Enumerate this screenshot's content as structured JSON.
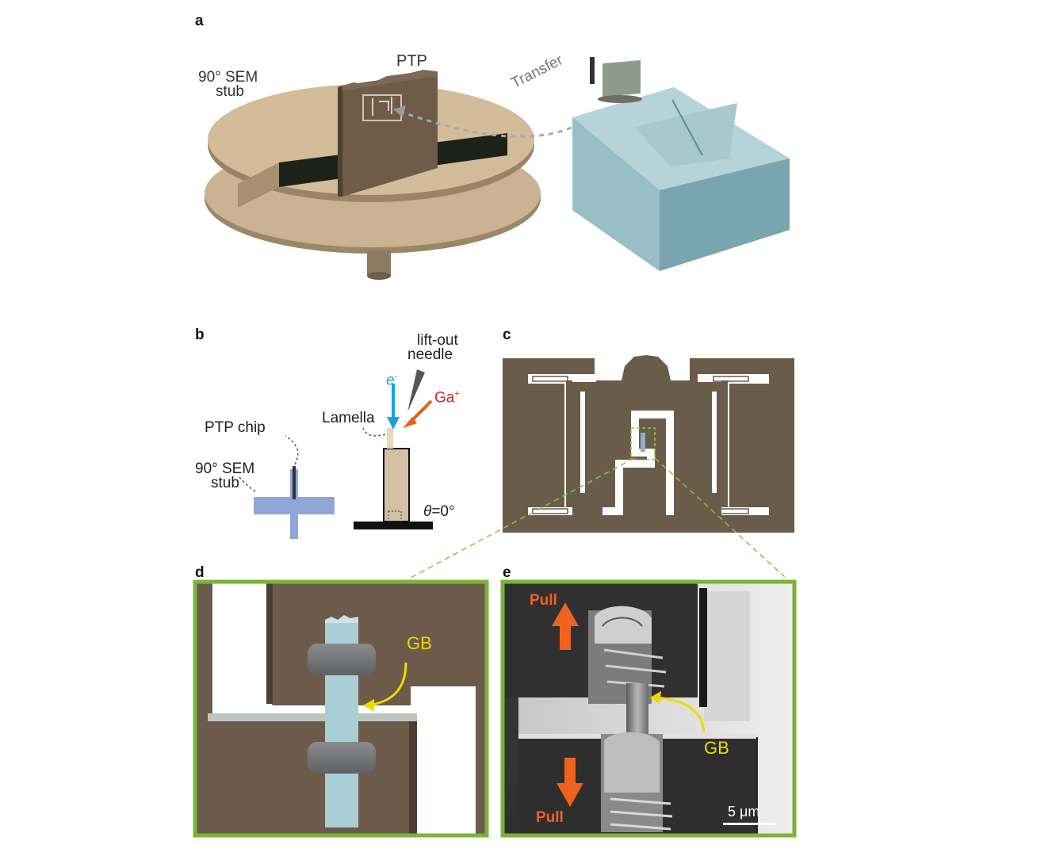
{
  "panels": {
    "a": {
      "letter": "a",
      "stub_label_line1": "90° SEM",
      "stub_label_line2": "stub",
      "ptp_label": "PTP",
      "transfer_label": "Transfer"
    },
    "b": {
      "letter": "b",
      "needle_line1": "lift-out",
      "needle_line2": "needle",
      "electron_label": "e",
      "electron_sup": "-",
      "ion_label": "Ga",
      "ion_sup": "+",
      "lamella_label": "Lamella",
      "ptp_chip_label": "PTP chip",
      "stub_line1": "90° SEM",
      "stub_line2": "stub",
      "theta_symbol": "θ",
      "theta_value": "=0°"
    },
    "c": {
      "letter": "c"
    },
    "d": {
      "letter": "d",
      "gb_label": "GB"
    },
    "e": {
      "letter": "e",
      "pull_top": "Pull",
      "pull_bottom": "Pull",
      "gb_label": "GB",
      "scale_label": "5 μm"
    }
  },
  "colors": {
    "stub_bronze": "#c8b08e",
    "chip_brown": "#6b5a47",
    "block_teal": "#8fb8c0",
    "electron_blue": "#1aa3d9",
    "ion_orange": "#e8601c",
    "ion_red": "#e02020",
    "stub_blue": "#8fa6db",
    "frame_green": "#7bb33a",
    "gb_yellow": "#f2d800",
    "pull_orange": "#f0621d"
  }
}
